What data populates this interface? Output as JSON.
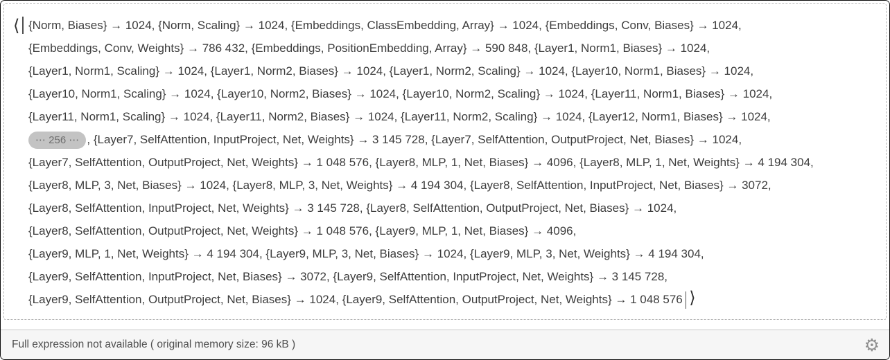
{
  "expression": {
    "open_delimiter": "⟨",
    "close_delimiter": "⟩",
    "lines_before_elision": [
      "{Norm, Biases} → 1024, {Norm, Scaling} → 1024, {Embeddings, ClassEmbedding, Array} → 1024, {Embeddings, Conv, Biases} → 1024,",
      "{Embeddings, Conv, Weights} → 786 432, {Embeddings, PositionEmbedding, Array} → 590 848, {Layer1, Norm1, Biases} → 1024,",
      "{Layer1, Norm1, Scaling} → 1024, {Layer1, Norm2, Biases} → 1024, {Layer1, Norm2, Scaling} → 1024, {Layer10, Norm1, Biases} → 1024,",
      "{Layer10, Norm1, Scaling} → 1024, {Layer10, Norm2, Biases} → 1024, {Layer10, Norm2, Scaling} → 1024, {Layer11, Norm1, Biases} → 1024,",
      "{Layer11, Norm1, Scaling} → 1024, {Layer11, Norm2, Biases} → 1024, {Layer11, Norm2, Scaling} → 1024, {Layer12, Norm1, Biases} → 1024,"
    ],
    "elision_badge": "⋯ 256 ⋯",
    "elision_line_rest": ", {Layer7, SelfAttention, InputProject, Net, Weights} → 3 145 728, {Layer7, SelfAttention, OutputProject, Net, Biases} → 1024,",
    "lines_after_elision": [
      "{Layer7, SelfAttention, OutputProject, Net, Weights} → 1 048 576, {Layer8, MLP, 1, Net, Biases} → 4096, {Layer8, MLP, 1, Net, Weights} → 4 194 304,",
      "{Layer8, MLP, 3, Net, Biases} → 1024, {Layer8, MLP, 3, Net, Weights} → 4 194 304, {Layer8, SelfAttention, InputProject, Net, Biases} → 3072,",
      "{Layer8, SelfAttention, InputProject, Net, Weights} → 3 145 728, {Layer8, SelfAttention, OutputProject, Net, Biases} → 1024,",
      "{Layer8, SelfAttention, OutputProject, Net, Weights} → 1 048 576, {Layer9, MLP, 1, Net, Biases} → 4096,",
      "{Layer9, MLP, 1, Net, Weights} → 4 194 304, {Layer9, MLP, 3, Net, Biases} → 1024, {Layer9, MLP, 3, Net, Weights} → 4 194 304,",
      "{Layer9, SelfAttention, InputProject, Net, Biases} → 3072, {Layer9, SelfAttention, InputProject, Net, Weights} → 3 145 728,",
      "{Layer9, SelfAttention, OutputProject, Net, Biases} → 1024, {Layer9, SelfAttention, OutputProject, Net, Weights} → 1 048 576"
    ]
  },
  "status_bar": {
    "message": "Full expression not available  ( original memory size:  96 kB )"
  },
  "icons": {
    "gear": "⚙"
  },
  "colors": {
    "frame_border": "#0a0a0a",
    "dashed_border": "#b5b5b5",
    "text": "#3d3d3d",
    "badge_bg": "#c3c3c3",
    "status_bg": "#f6f6f6"
  }
}
